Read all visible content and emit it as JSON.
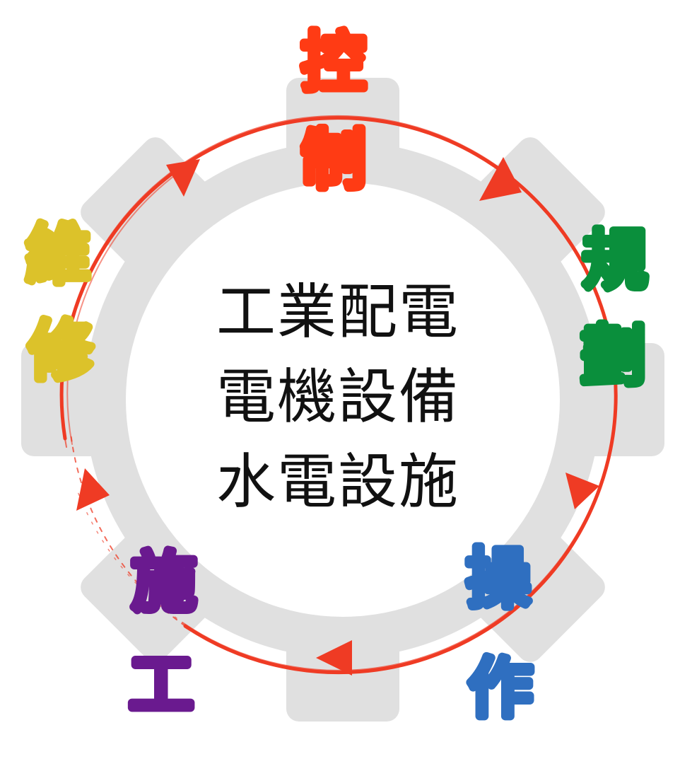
{
  "center": {
    "line1": "工業配電",
    "line2": "電機設備",
    "line3": "水電設施"
  },
  "stages": [
    {
      "id": "control",
      "chars": [
        "控",
        "制"
      ],
      "color": "#ff3b14"
    },
    {
      "id": "planning",
      "chars": [
        "規",
        "劃"
      ],
      "color": "#0a8f3c"
    },
    {
      "id": "operation",
      "chars": [
        "操",
        "作"
      ],
      "color": "#2f6fc0"
    },
    {
      "id": "construction",
      "chars": [
        "施",
        "工"
      ],
      "color": "#6a1a8f"
    },
    {
      "id": "maintenance",
      "chars": [
        "維",
        "修"
      ],
      "color": "#dcc22a"
    }
  ],
  "colors": {
    "gear": "#e0e0e0",
    "cycle": "#ef3b24",
    "background": "#ffffff"
  }
}
